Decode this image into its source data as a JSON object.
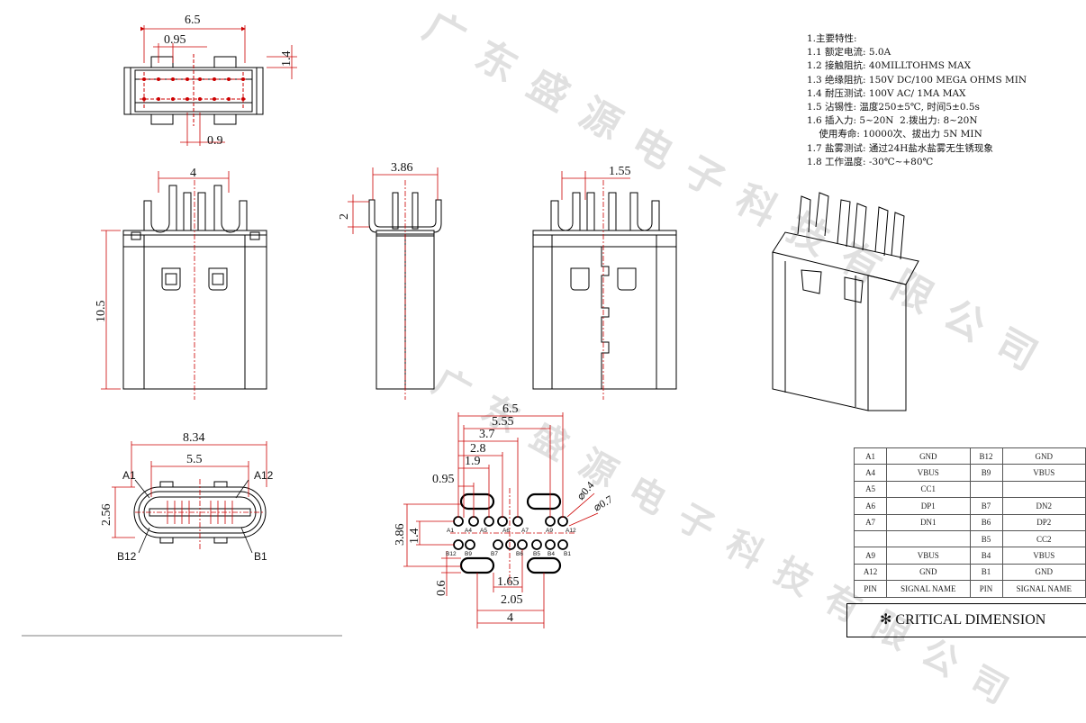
{
  "watermark": "广东盛源电子科技有限公司",
  "specs": {
    "title": "1.主要特性:",
    "lines": [
      "1.1 额定电流: 5.0A",
      "1.2 接触阻抗: 40MILLTOHMS MAX",
      "1.3 绝缘阻抗: 150V DC/100 MEGA OHMS MIN",
      "1.4 耐压测试: 100V AC/ 1MA MAX",
      "1.5 沾锡性: 温度250±5℃, 时间5±0.5s",
      "1.6 插入力: 5~20N  2.拨出力: 8~20N",
      "    使用寿命: 10000次、拔出力 5N MIN",
      "1.7 盐雾测试: 通过24H盐水盐雾无生锈现象",
      "1.8 工作温度: -30℃~+80℃"
    ]
  },
  "dims": {
    "top_width": "6.5",
    "top_pitch": "0.95",
    "top_height": "1.4",
    "top_offset": "0.9",
    "front_width": "4",
    "front_height": "10.5",
    "side_width": "3.86",
    "side_pin": "2",
    "rear_width": "1.55",
    "face_width": "8.34",
    "face_inner": "5.5",
    "face_height": "2.56",
    "pcb_6_5": "6.5",
    "pcb_5_55": "5.55",
    "pcb_3_7": "3.7",
    "pcb_2_8": "2.8",
    "pcb_1_9": "1.9",
    "pcb_0_95": "0.95",
    "pcb_3_86": "3.86",
    "pcb_1_4": "1.4",
    "pcb_0_6": "0.6",
    "pcb_1_65": "1.65",
    "pcb_2_05": "2.05",
    "pcb_4": "4",
    "pcb_d04": "⌀0.4",
    "pcb_d07": "⌀0.7"
  },
  "face_labels": {
    "a1": "A1",
    "a12": "A12",
    "b12": "B12",
    "b1": "B1"
  },
  "pad_labels": {
    "top": [
      "A1",
      "A4",
      "A5",
      "A6",
      "A7",
      "A9",
      "A12"
    ],
    "bottom": [
      "B12",
      "B9",
      "B7",
      "B6",
      "B5",
      "B4",
      "B1"
    ]
  },
  "pin_table": {
    "rows": [
      [
        "A1",
        "GND",
        "B12",
        "GND"
      ],
      [
        "A4",
        "VBUS",
        "B9",
        "VBUS"
      ],
      [
        "A5",
        "CC1",
        "",
        ""
      ],
      [
        "A6",
        "DP1",
        "B7",
        "DN2"
      ],
      [
        "A7",
        "DN1",
        "B6",
        "DP2"
      ],
      [
        "",
        "",
        "B5",
        "CC2"
      ],
      [
        "A9",
        "VBUS",
        "B4",
        "VBUS"
      ],
      [
        "A12",
        "GND",
        "B1",
        "GND"
      ],
      [
        "PIN",
        "SIGNAL NAME",
        "PIN",
        "SIGNAL NAME"
      ]
    ]
  },
  "critical": "✻ CRITICAL  DIMENSION"
}
